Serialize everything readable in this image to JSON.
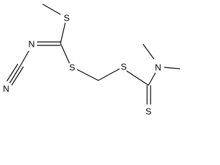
{
  "molecule": {
    "atoms": {
      "s_methylthio": "S",
      "n_imine": "N",
      "n_nitrile": "N",
      "s_bridge_left": "S",
      "s_bridge_right": "S",
      "n_dimethylamino": "N",
      "s_thione": "S"
    }
  }
}
